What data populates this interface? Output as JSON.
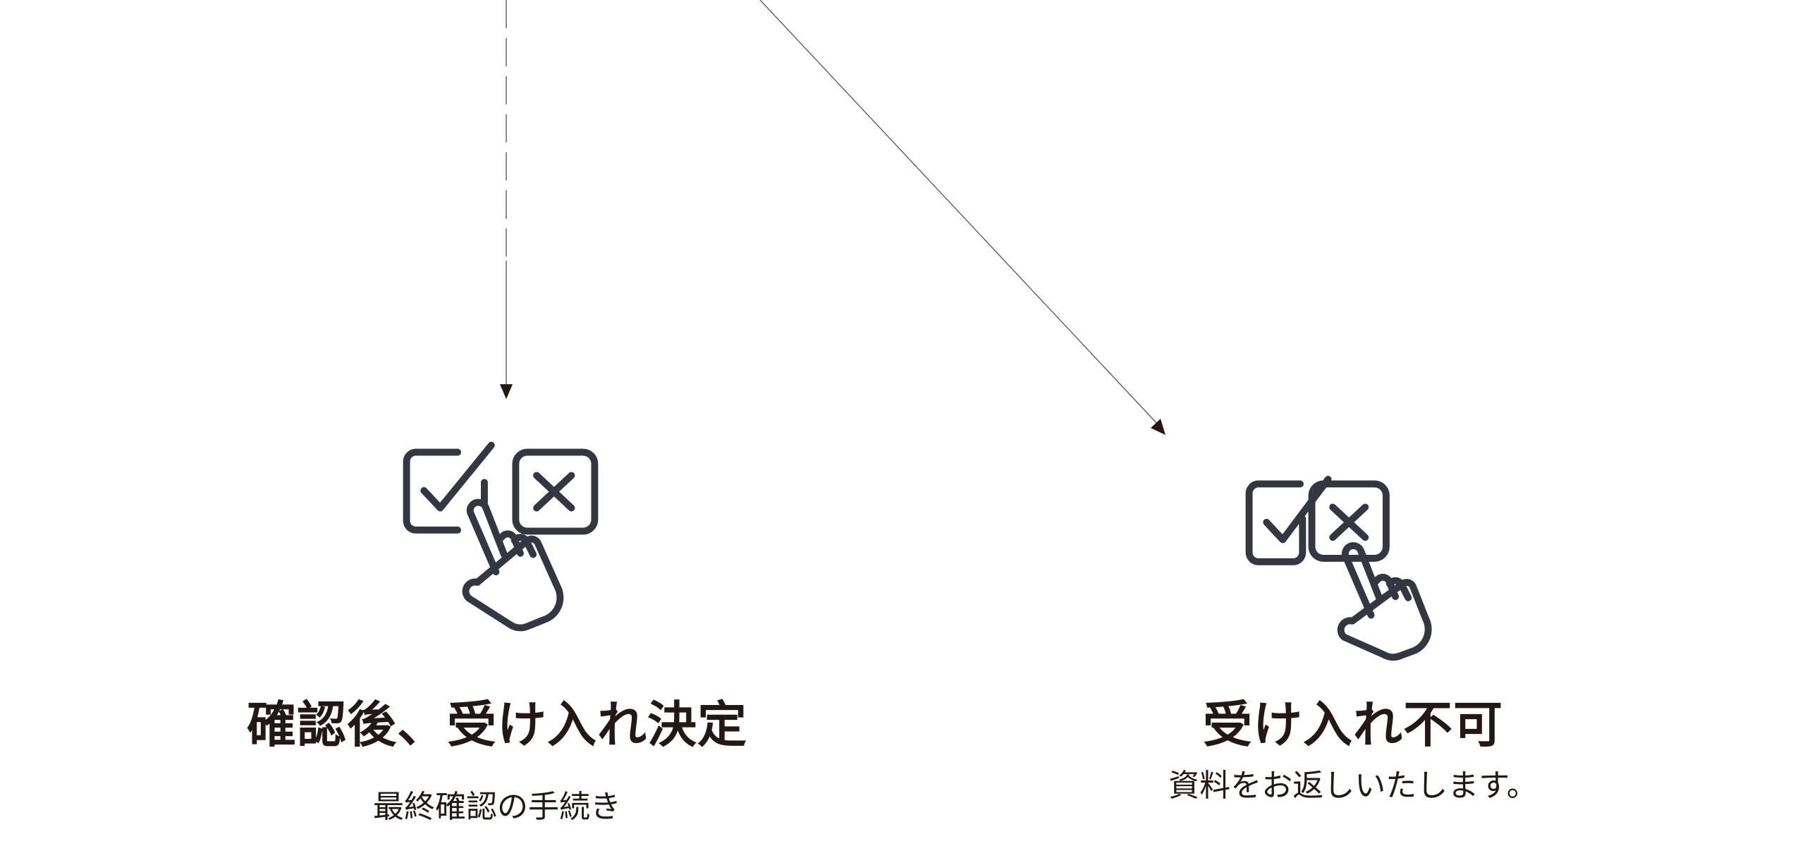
{
  "colors": {
    "icon": "#343741",
    "text": "#231815",
    "arrow": "#231815"
  },
  "outcomes": [
    {
      "title": "確認後、受け入れ決定",
      "subtitle": "最終確認の手続き",
      "icon": "checkbox-choice-hand-icon"
    },
    {
      "title": "受け入れ不可",
      "subtitle": "資料をお返しいたします。",
      "icon": "checkbox-choice-hand-icon"
    }
  ]
}
